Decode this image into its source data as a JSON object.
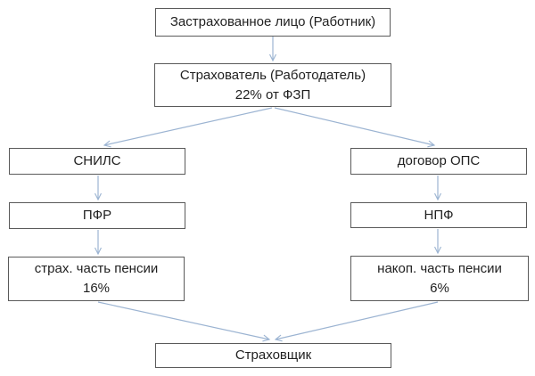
{
  "diagram": {
    "title": "",
    "language": "ru",
    "nodes": {
      "insured": {
        "label": "Застрахованное лицо (Работник)"
      },
      "insurer_employer": {
        "line1": "Страхователь (Работодатель)",
        "line2": "22% от ФЗП"
      },
      "snils": {
        "label": "СНИЛС"
      },
      "ops_contract": {
        "label": "договор ОПС"
      },
      "pfr": {
        "label": "ПФР"
      },
      "npf": {
        "label": "НПФ"
      },
      "insurance_part": {
        "line1": "страх. часть пенсии",
        "line2": "16%"
      },
      "funded_part": {
        "line1": "накоп. часть пенсии",
        "line2": "6%"
      },
      "insurer": {
        "label": "Страховщик"
      }
    },
    "edges": [
      {
        "from": "insured",
        "to": "insurer_employer"
      },
      {
        "from": "insurer_employer",
        "to": "snils"
      },
      {
        "from": "insurer_employer",
        "to": "ops_contract"
      },
      {
        "from": "snils",
        "to": "pfr"
      },
      {
        "from": "ops_contract",
        "to": "npf"
      },
      {
        "from": "pfr",
        "to": "insurance_part"
      },
      {
        "from": "npf",
        "to": "funded_part"
      },
      {
        "from": "insurance_part",
        "to": "insurer"
      },
      {
        "from": "funded_part",
        "to": "insurer"
      }
    ]
  },
  "colors": {
    "background": "#ffffff",
    "box_border": "#5a5a5a",
    "text": "#1f1f1f",
    "arrow": "#9cb4d2"
  }
}
